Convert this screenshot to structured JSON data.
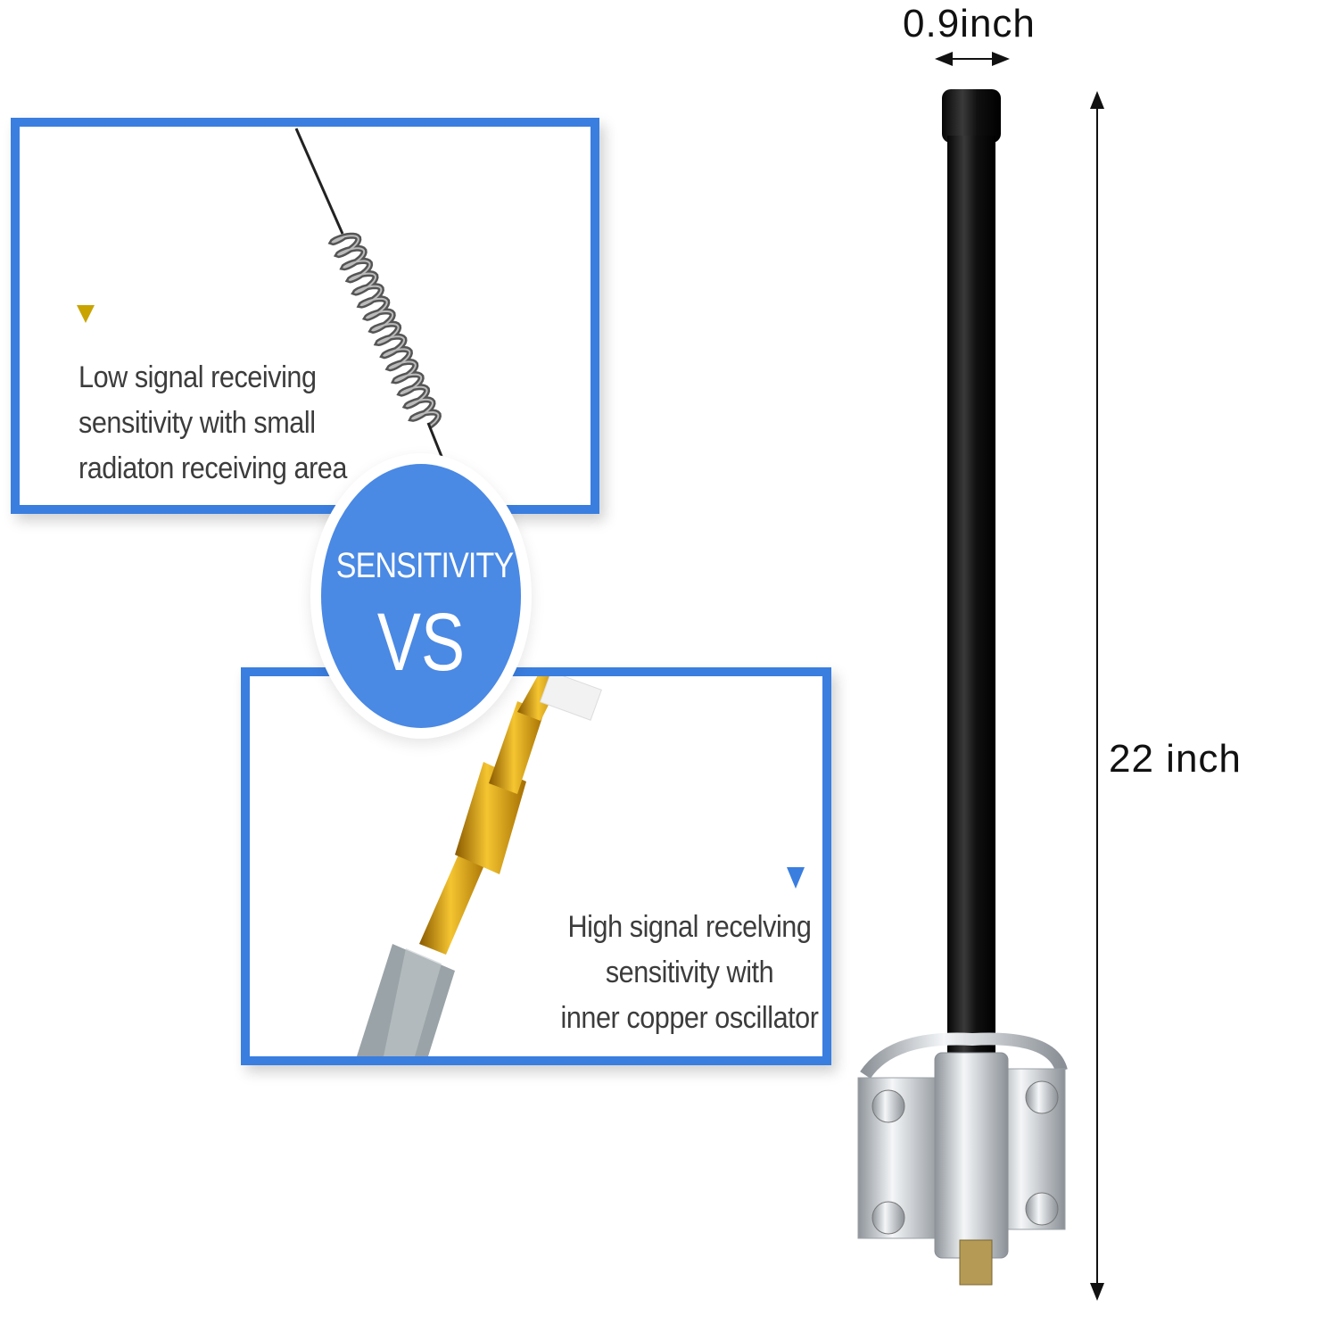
{
  "comparison": {
    "low_panel": {
      "caption_lines": [
        "Low signal receiving",
        "sensitivity with small",
        "radiaton receiving area"
      ],
      "marker_color": "#c9a400"
    },
    "badge": {
      "top_text": "SENSITIVITY",
      "bottom_text": "VS"
    },
    "high_panel": {
      "caption_lines": [
        "High signal recelving",
        "sensitivity with",
        "inner copper oscillator"
      ],
      "marker_color": "#3a7ee0"
    }
  },
  "dimensions": {
    "width_label": "0.9inch",
    "height_label": "22 inch"
  },
  "colors": {
    "accent_blue": "#3a7ee0",
    "badge_blue": "#4a89e4",
    "antenna_black": "#121212"
  },
  "icons": [
    "spring-coil-antenna",
    "copper-oscillator",
    "fiberglass-antenna",
    "mounting-bracket"
  ]
}
